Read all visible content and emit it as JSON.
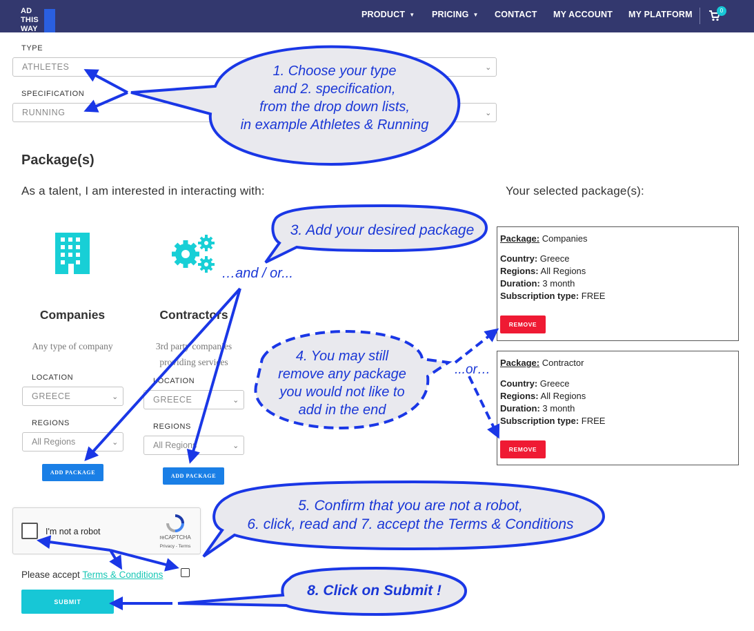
{
  "header": {
    "logo_lines": [
      "AD",
      "THIS",
      "WAY"
    ],
    "nav": [
      {
        "label": "PRODUCT",
        "has_dropdown": true
      },
      {
        "label": "PRICING",
        "has_dropdown": true
      },
      {
        "label": "CONTACT",
        "has_dropdown": false
      },
      {
        "label": "MY ACCOUNT",
        "has_dropdown": false
      },
      {
        "label": "MY PLATFORM",
        "has_dropdown": false
      }
    ],
    "cart_count": "0",
    "cart_icon": "shopping-cart-icon"
  },
  "form": {
    "type_label": "TYPE",
    "type_value": "ATHLETES",
    "spec_label": "SPECIFICATION",
    "spec_value": "RUNNING"
  },
  "packages": {
    "heading": "Package(s)",
    "intro": "As a talent, I am interested in interacting with:",
    "selected_heading": "Your selected package(s):",
    "cards": [
      {
        "title": "Companies",
        "icon": "building-icon",
        "desc_lines": [
          "Any type of company"
        ],
        "location_label": "LOCATION",
        "location_value": "GREECE",
        "regions_label": "REGIONS",
        "regions_value": "All Regions",
        "button": "ADD PACKAGE"
      },
      {
        "title": "Contractors",
        "icon": "gears-icon",
        "desc_lines": [
          "3rd party companies",
          "providing services"
        ],
        "location_label": "LOCATION",
        "location_value": "GREECE",
        "regions_label": "REGIONS",
        "regions_value": "All Regions",
        "button": "ADD PACKAGE"
      }
    ],
    "selected": [
      {
        "package_label": "Package:",
        "package_value": "Companies",
        "country_label": "Country:",
        "country_value": "Greece",
        "regions_label": "Regions:",
        "regions_value": "All Regions",
        "duration_label": "Duration:",
        "duration_value": "3 month",
        "subscription_label": "Subscription type:",
        "subscription_value": "FREE",
        "remove": "REMOVE"
      },
      {
        "package_label": "Package:",
        "package_value": "Contractor",
        "country_label": "Country:",
        "country_value": "Greece",
        "regions_label": "Regions:",
        "regions_value": "All Regions",
        "duration_label": "Duration:",
        "duration_value": "3 month",
        "subscription_label": "Subscription type:",
        "subscription_value": "FREE",
        "remove": "REMOVE"
      }
    ]
  },
  "recaptcha": {
    "label": "I'm not a robot",
    "brand": "reCAPTCHA",
    "links": "Privacy - Terms"
  },
  "terms": {
    "prefix": "Please accept",
    "link": "Terms & Conditions"
  },
  "submit": "SUBMIT",
  "callouts": {
    "c1": [
      "1. Choose your type",
      "and 2. specification,",
      "from the drop down lists,",
      "in example Athletes & Running"
    ],
    "c3": "3. Add your desired package",
    "and_or": "…and / or...",
    "c4": [
      "4. You may still",
      "remove any package",
      "you would not like to",
      "add in the end"
    ],
    "or": "...or…",
    "c5": [
      "5. Confirm that you are not a robot,",
      "6. click, read and 7. accept the Terms & Conditions"
    ],
    "c8": "8. Click on Submit !"
  },
  "colors": {
    "header_bg": "#33386e",
    "accent": "#17c7d6",
    "add_button": "#1a7fe6",
    "remove_button": "#ef1a33",
    "callout_text": "#1a37d6"
  }
}
